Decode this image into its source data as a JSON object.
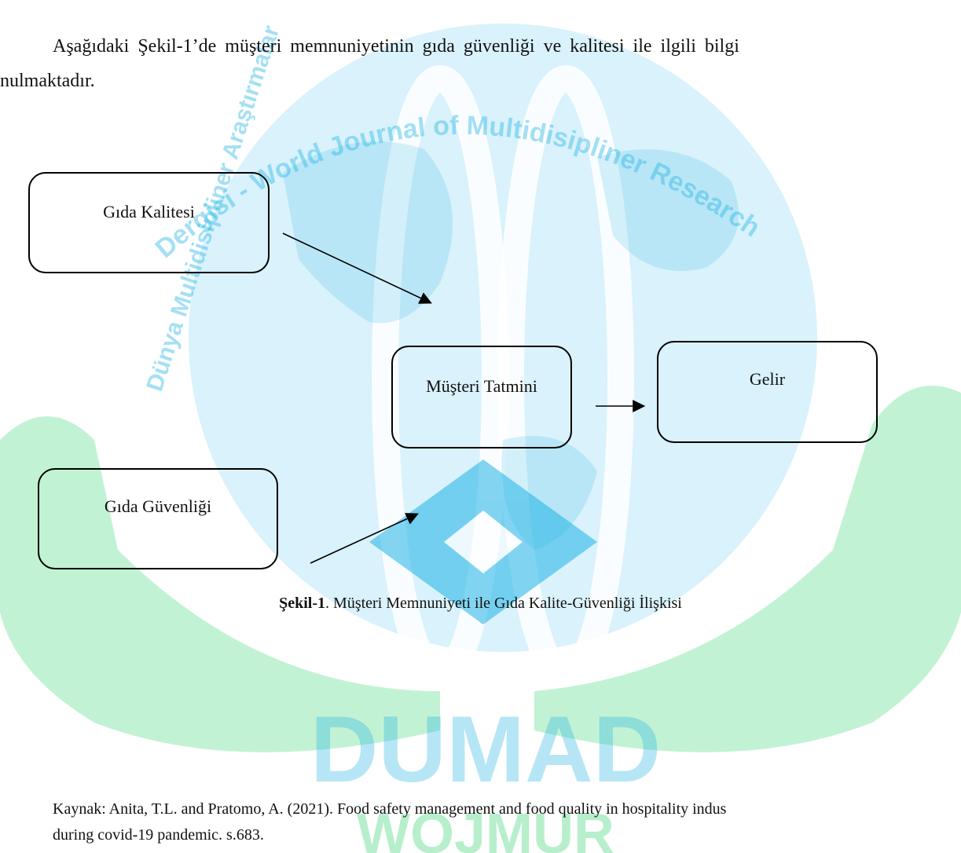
{
  "paragraph": {
    "line1": "Aşağıdaki Şekil-1’de müşteri memnuniyetinin gıda güvenliği ve kalitesi ile ilgili bilgi",
    "line2": "nulmaktadır."
  },
  "watermark": {
    "journal_top": "Dergisi - World Journal of Multidisipliner Research",
    "arc_left": "Dünya Multidisipliner Araştırmalar",
    "acronym_1": "DUMAD",
    "acronym_2": "WOJMUR",
    "colors": {
      "blue": "#1fb3e6",
      "green": "#34d46f"
    }
  },
  "diagram": {
    "nodes": {
      "kalite": "Gıda Kalitesi",
      "guvenlik": "Gıda Güvenliği",
      "tatmin": "Müşteri Tatmini",
      "gelir": "Gelir"
    },
    "edges": [
      {
        "from": "Gıda Kalitesi",
        "to": "Müşteri Tatmini"
      },
      {
        "from": "Gıda Güvenliği",
        "to": "Müşteri Tatmini"
      },
      {
        "from": "Müşteri Tatmini",
        "to": "Gelir"
      }
    ]
  },
  "caption": {
    "label": "Şekil-1",
    "text": ". Müşteri Memnuniyeti ile Gıda Kalite-Güvenliği İlişkisi"
  },
  "source": {
    "line1": "Kaynak: Anita, T.L. and Pratomo, A. (2021). Food safety management and food quality in hospitality indus",
    "line2": "during covid-19 pandemic. s.683."
  }
}
